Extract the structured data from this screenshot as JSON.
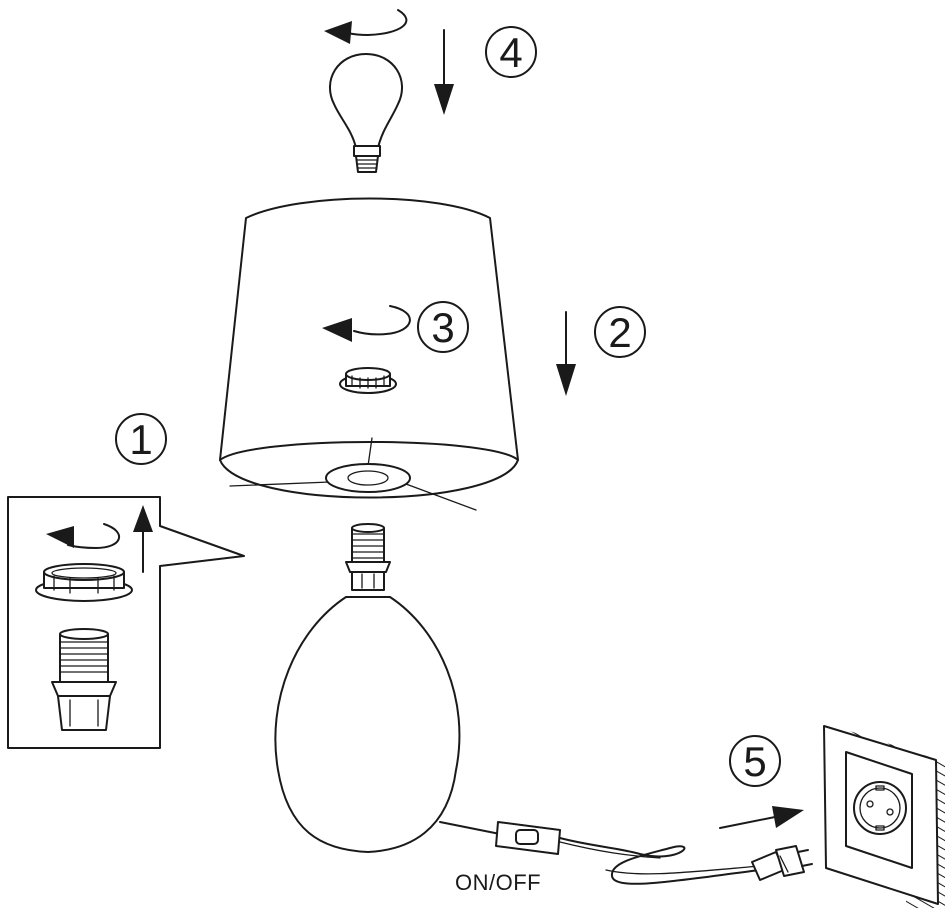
{
  "figure": {
    "steps": [
      {
        "label": "1"
      },
      {
        "label": "2"
      },
      {
        "label": "3"
      },
      {
        "label": "4"
      },
      {
        "label": "5"
      }
    ],
    "switch_label": "ON/OFF"
  },
  "colors": {
    "line": "#1a1a1a",
    "background": "#ffffff"
  }
}
